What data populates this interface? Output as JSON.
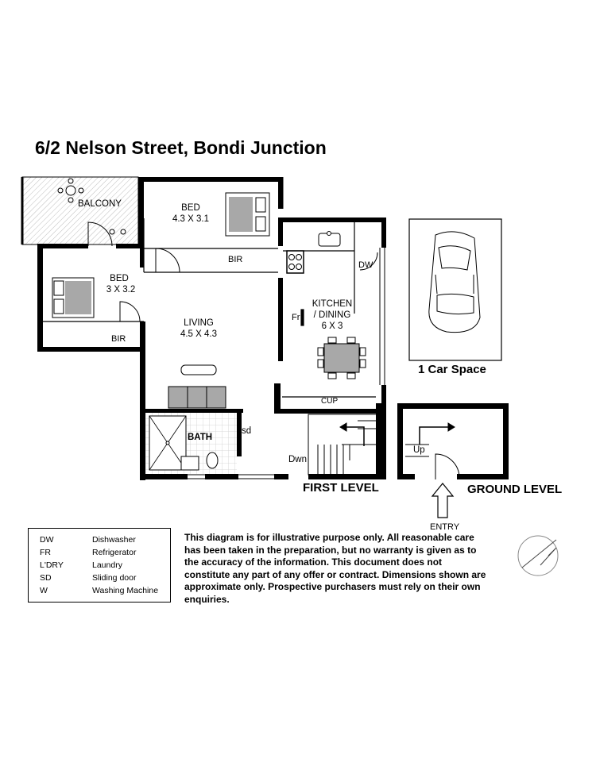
{
  "title": "6/2 Nelson Street, Bondi Junction",
  "rooms": {
    "balcony": "BALCONY",
    "bed1": {
      "name": "BED",
      "size": "4.3 X 3.1"
    },
    "bed2": {
      "name": "BED",
      "size": "3 X 3.2"
    },
    "living": {
      "name": "LIVING",
      "size": "4.5 X 4.3"
    },
    "kitchen": {
      "line1": "KITCHEN",
      "line2": "/ DINING",
      "size": "6 X 3"
    },
    "bath": "BATH"
  },
  "labels": {
    "bir_bed1": "BIR",
    "bir_bed2": "BIR",
    "dw": "DW",
    "fr": "Fr",
    "cup": "CUP",
    "sd": "sd",
    "dwn": "Dwn",
    "up": "Up",
    "entry": "ENTRY"
  },
  "levels": {
    "first": "FIRST LEVEL",
    "ground": "GROUND LEVEL"
  },
  "car_space": "1 Car Space",
  "legend": [
    {
      "abbr": "DW",
      "desc": "Dishwasher"
    },
    {
      "abbr": "FR",
      "desc": "Refrigerator"
    },
    {
      "abbr": "L'DRY",
      "desc": "Laundry"
    },
    {
      "abbr": "SD",
      "desc": "Sliding door"
    },
    {
      "abbr": "W",
      "desc": "Washing Machine"
    }
  ],
  "disclaimer": "This diagram is for illustrative purpose only. All reasonable care has been taken in the preparation, but no warranty is given as to the accuracy of the information. This document does not constitute any part of any offer or contract. Dimensions shown are approximate only. Prospective purchasers must rely on their own enquiries.",
  "icons": [
    "car-icon",
    "compass-icon",
    "entry-arrow-icon",
    "bed-icon",
    "dining-table-icon",
    "sofa-icon",
    "stove-icon"
  ]
}
